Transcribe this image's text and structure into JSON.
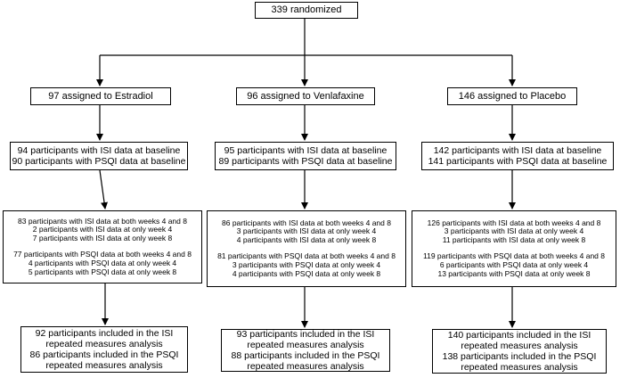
{
  "top": {
    "label": "339 randomized"
  },
  "arms": [
    {
      "assigned": "97 assigned to Estradiol",
      "baseline": [
        "94 participants with ISI data at baseline",
        "90 participants with PSQI data at baseline"
      ],
      "followup_isi": [
        "83 participants with ISI data at both weeks 4 and 8",
        "2 participants with ISI data at only week 4",
        "7 participants with ISI data at only week 8"
      ],
      "followup_psqi": [
        "77 participants with PSQI data at both weeks 4 and 8",
        "4 participants with PSQI data at only week 4",
        "5 participants with PSQI data at only week 8"
      ],
      "analysis": [
        "92 participants included in the ISI",
        "repeated measures analysis",
        "86 participants included in the PSQI",
        "repeated measures analysis"
      ]
    },
    {
      "assigned": "96 assigned to Venlafaxine",
      "baseline": [
        "95 participants with ISI data at baseline",
        "89 participants with PSQI data at baseline"
      ],
      "followup_isi": [
        "86 participants with ISI data at both weeks 4 and 8",
        "3 participants with ISI data at only week 4",
        "4 participants with ISI data at only week 8"
      ],
      "followup_psqi": [
        "81 participants with PSQI data at both weeks 4 and 8",
        "3 participants with PSQI data at only week 4",
        "4 participants with PSQI data at only week 8"
      ],
      "analysis": [
        "93 participants included in the ISI",
        "repeated measures analysis",
        "88 participants included in the PSQI",
        "repeated measures analysis"
      ]
    },
    {
      "assigned": "146 assigned to Placebo",
      "baseline": [
        "142 participants with ISI data at baseline",
        "141 participants with PSQI data at baseline"
      ],
      "followup_isi": [
        "126 participants with ISI data at both weeks 4 and 8",
        "3 participants with ISI data at only week 4",
        "11 participants with ISI data at only week 8"
      ],
      "followup_psqi": [
        "119 participants with PSQI data at both weeks 4 and 8",
        "6 participants with PSQI data at only week 4",
        "13 participants with PSQI data at only week 8"
      ],
      "analysis": [
        "140 participants included in the ISI",
        "repeated measures analysis",
        "138 participants included in the PSQI",
        "repeated measures analysis"
      ]
    }
  ]
}
